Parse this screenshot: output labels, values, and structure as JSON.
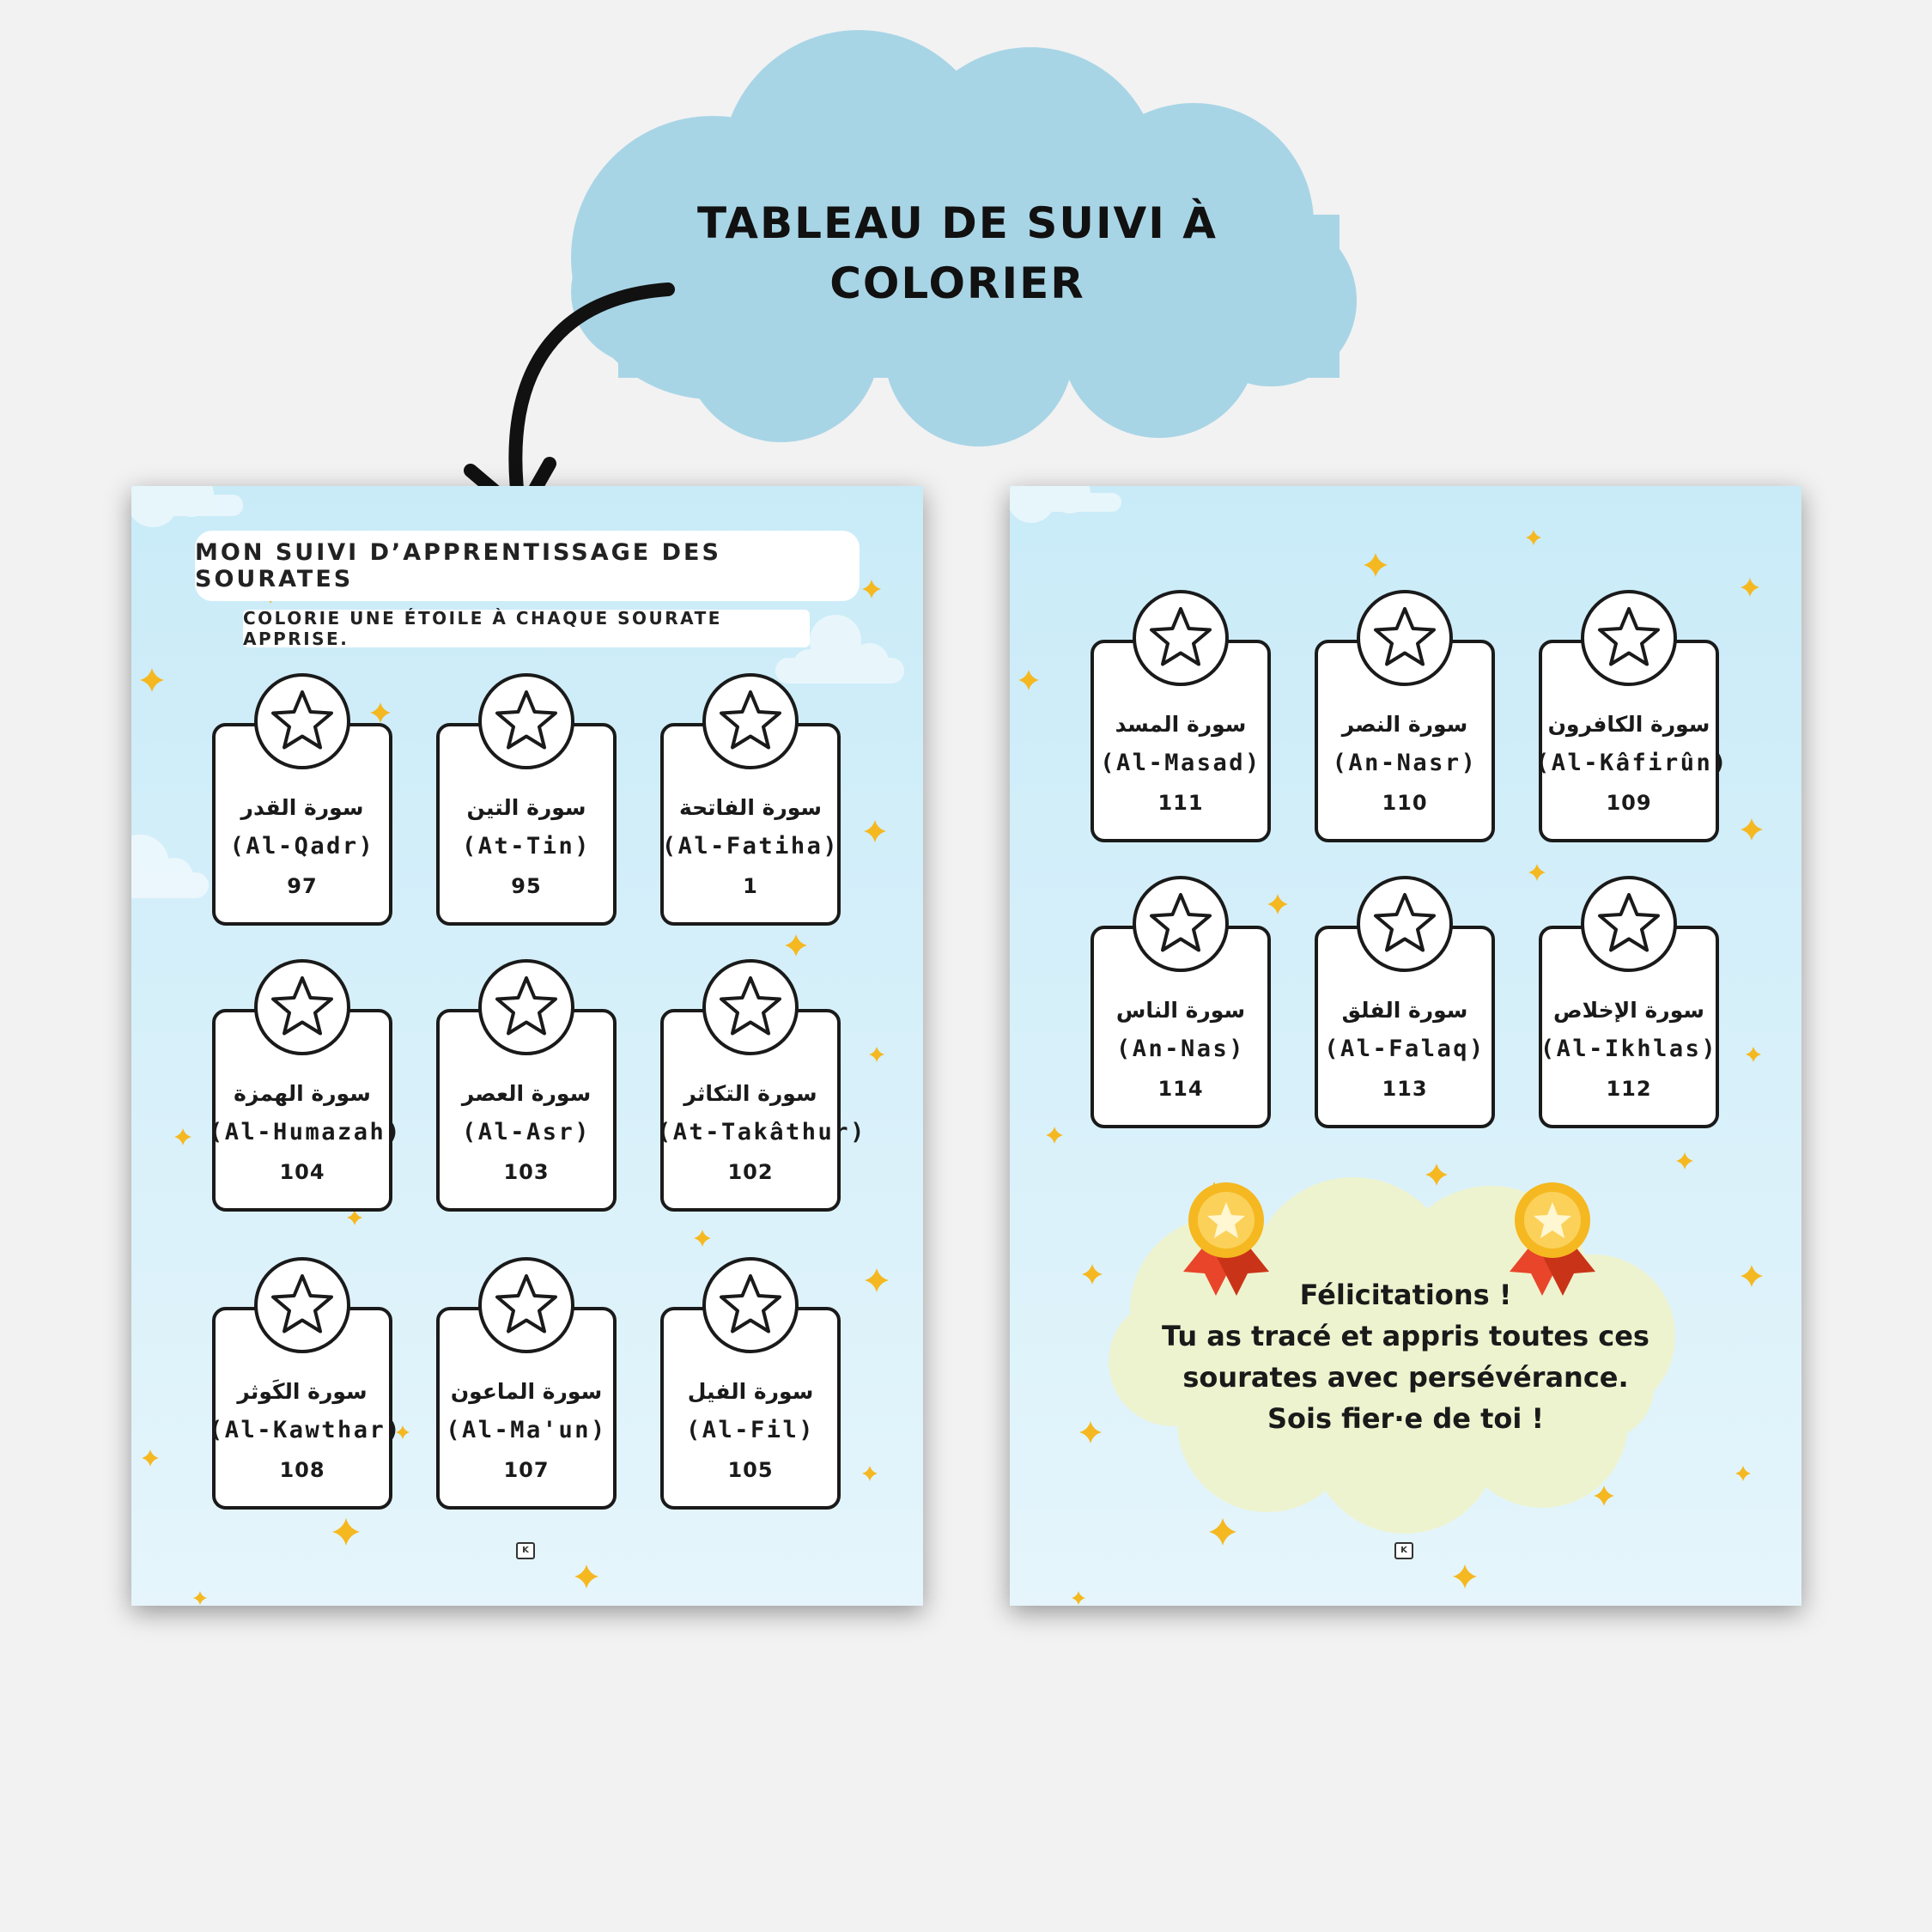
{
  "header": {
    "line1": "TABLEAU DE SUIVI À",
    "line2": "COLORIER"
  },
  "colors": {
    "cloud": "#a8d5e6",
    "page_bg": "#d3eefa",
    "star_gold": "#f5b820",
    "ribbon_red": "#e8452a",
    "congrats_cloud": "#eef3cf"
  },
  "page1": {
    "title": "MON SUIVI D’APPRENTISSAGE DES SOURATES",
    "subtitle": "COLORIE UNE ÉTOILE À CHAQUE SOURATE APPRISE.",
    "cards": [
      {
        "arabic": "سورة القدر",
        "name": "(Al-Qadr)",
        "number": "97"
      },
      {
        "arabic": "سورة التين",
        "name": "(At-Tin)",
        "number": "95"
      },
      {
        "arabic": "سورة الفاتحة",
        "name": "(Al-Fatiha)",
        "number": "1"
      },
      {
        "arabic": "سورة الهمزة",
        "name": "(Al-Humazah)",
        "number": "104"
      },
      {
        "arabic": "سورة العصر",
        "name": "(Al-Asr)",
        "number": "103"
      },
      {
        "arabic": "سورة التكاثر",
        "name": "(At-Takâthur)",
        "number": "102"
      },
      {
        "arabic": "سورة الكَوثر",
        "name": "(Al-Kawthar)",
        "number": "108"
      },
      {
        "arabic": "سورة الماعون",
        "name": "(Al-Ma'un)",
        "number": "107"
      },
      {
        "arabic": "سورة الفيل",
        "name": "(Al-Fil)",
        "number": "105"
      }
    ]
  },
  "page2": {
    "cards": [
      {
        "arabic": "سورة المسد",
        "name": "(Al-Masad)",
        "number": "111"
      },
      {
        "arabic": "سورة النصر",
        "name": "(An-Nasr)",
        "number": "110"
      },
      {
        "arabic": "سورة الكافرون",
        "name": "(Al-Kâfirûn)",
        "number": "109"
      },
      {
        "arabic": "سورة الناس",
        "name": "(An-Nas)",
        "number": "114"
      },
      {
        "arabic": "سورة الفلق",
        "name": "(Al-Falaq)",
        "number": "113"
      },
      {
        "arabic": "سورة الإخلاص",
        "name": "(Al-Ikhlas)",
        "number": "112"
      }
    ],
    "congrats": {
      "line1": "Félicitations !",
      "line2": "Tu as tracé et appris toutes ces",
      "line3": "sourates avec persévérance.",
      "line4": "Sois fier·e de toi !"
    }
  },
  "icons": {
    "card_badge": "star-outline-icon",
    "sparkle": "sparkle-icon",
    "medal": "medal-icon",
    "logo": "kp-logo-icon"
  }
}
